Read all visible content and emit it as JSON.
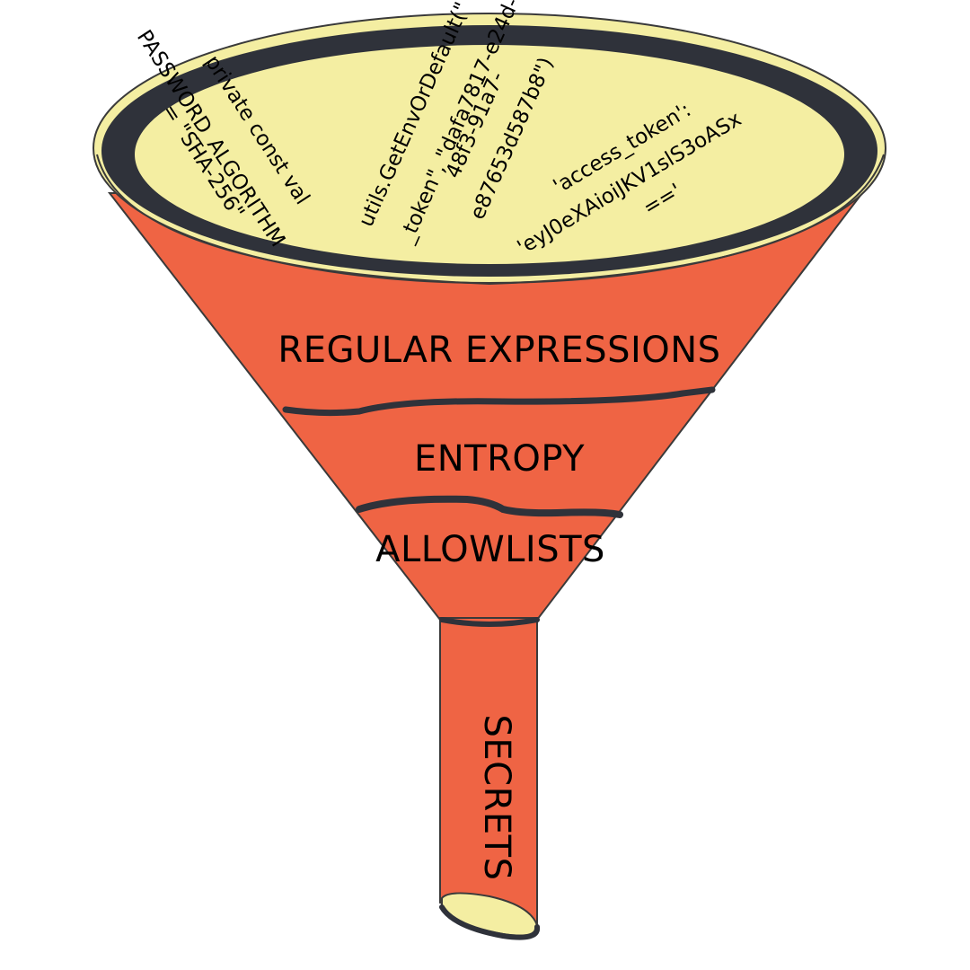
{
  "colors": {
    "funnel_body": "#EF6444",
    "funnel_rim": "#2F323A",
    "funnel_inner": "#F4EEA2",
    "outline": "#3A3A3A"
  },
  "code_snippets": {
    "snippet_1": [
      "PASSWORD_ALGORITHM",
      "private const val",
      "= \"SHA-256\""
    ],
    "snippet_2": [
      "utils.GetEnvOrDefault(\"",
      "_token\", \"dafa7817-e24d-",
      "48f3-91a7-",
      "e87653d587b8\")"
    ],
    "snippet_3": [
      "'access_token':",
      "'eyJ0eXAioiJKV1slS3oASx",
      "=='"
    ]
  },
  "stages": {
    "regex": "REGULAR EXPRESSIONS",
    "entropy": "ENTROPY",
    "allowlists": "ALLOWLISTS",
    "output": "SECRETS"
  }
}
